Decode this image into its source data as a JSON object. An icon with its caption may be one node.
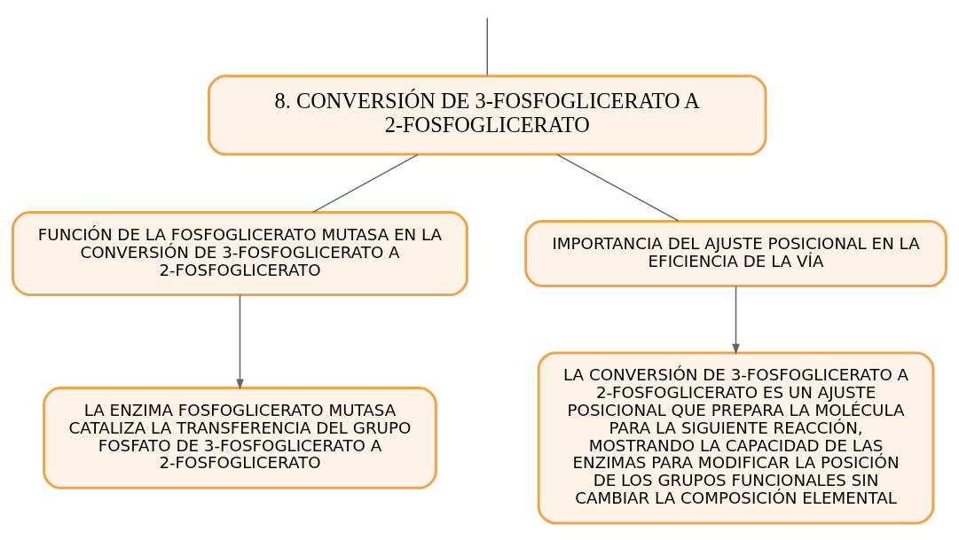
{
  "diagram": {
    "nodes": [
      {
        "text": [
          "8. CONVERSIÓN DE 3-FOSFOGLICERATO A 2-FOSFOGLICERATO"
        ]
      },
      {
        "text": [
          "FUNCIÓN DE LA FOSFOGLICERATO MUTASA EN LA CONVERSIÓN DE 3-FOSFOGLICERATO A 2-FOSFOGLICERATO"
        ]
      },
      {
        "text": [
          "IMPORTANCIA DEL AJUSTE POSICIONAL EN LA EFICIENCIA DE LA VÍA"
        ]
      },
      {
        "text": [
          "LA ENZIMA FOSFOGLICERATO MUTASA CATALIZA LA TRANSFERENCIA DEL GRUPO FOSFATO DE 3-FOSFOGLICERATO A 2-FOSFOGLICERATO"
        ]
      },
      {
        "text": [
          "LA CONVERSIÓN DE 3-FOSFOGLICERATO A 2-FOSFOGLICERATO ES UN AJUSTE POSICIONAL QUE PREPARA LA MOLÉCULA PARA LA SIGUIENTE REACCIÓN, MOSTRANDO LA CAPACIDAD DE LAS ENZIMAS PARA MODIFICAR LA POSICIÓN DE LOS GRUPOS FUNCIONALES SIN CAMBIAR LA COMPOSICIÓN ELEMENTAL"
        ]
      }
    ],
    "edges": [
      {
        "from": null,
        "to": 0,
        "arrow": "none"
      },
      {
        "from": 0,
        "to": 1,
        "arrow": "none"
      },
      {
        "from": 0,
        "to": 2,
        "arrow": "none"
      },
      {
        "from": 1,
        "to": 3,
        "arrow": "to"
      },
      {
        "from": 2,
        "to": 4,
        "arrow": "to"
      }
    ]
  }
}
